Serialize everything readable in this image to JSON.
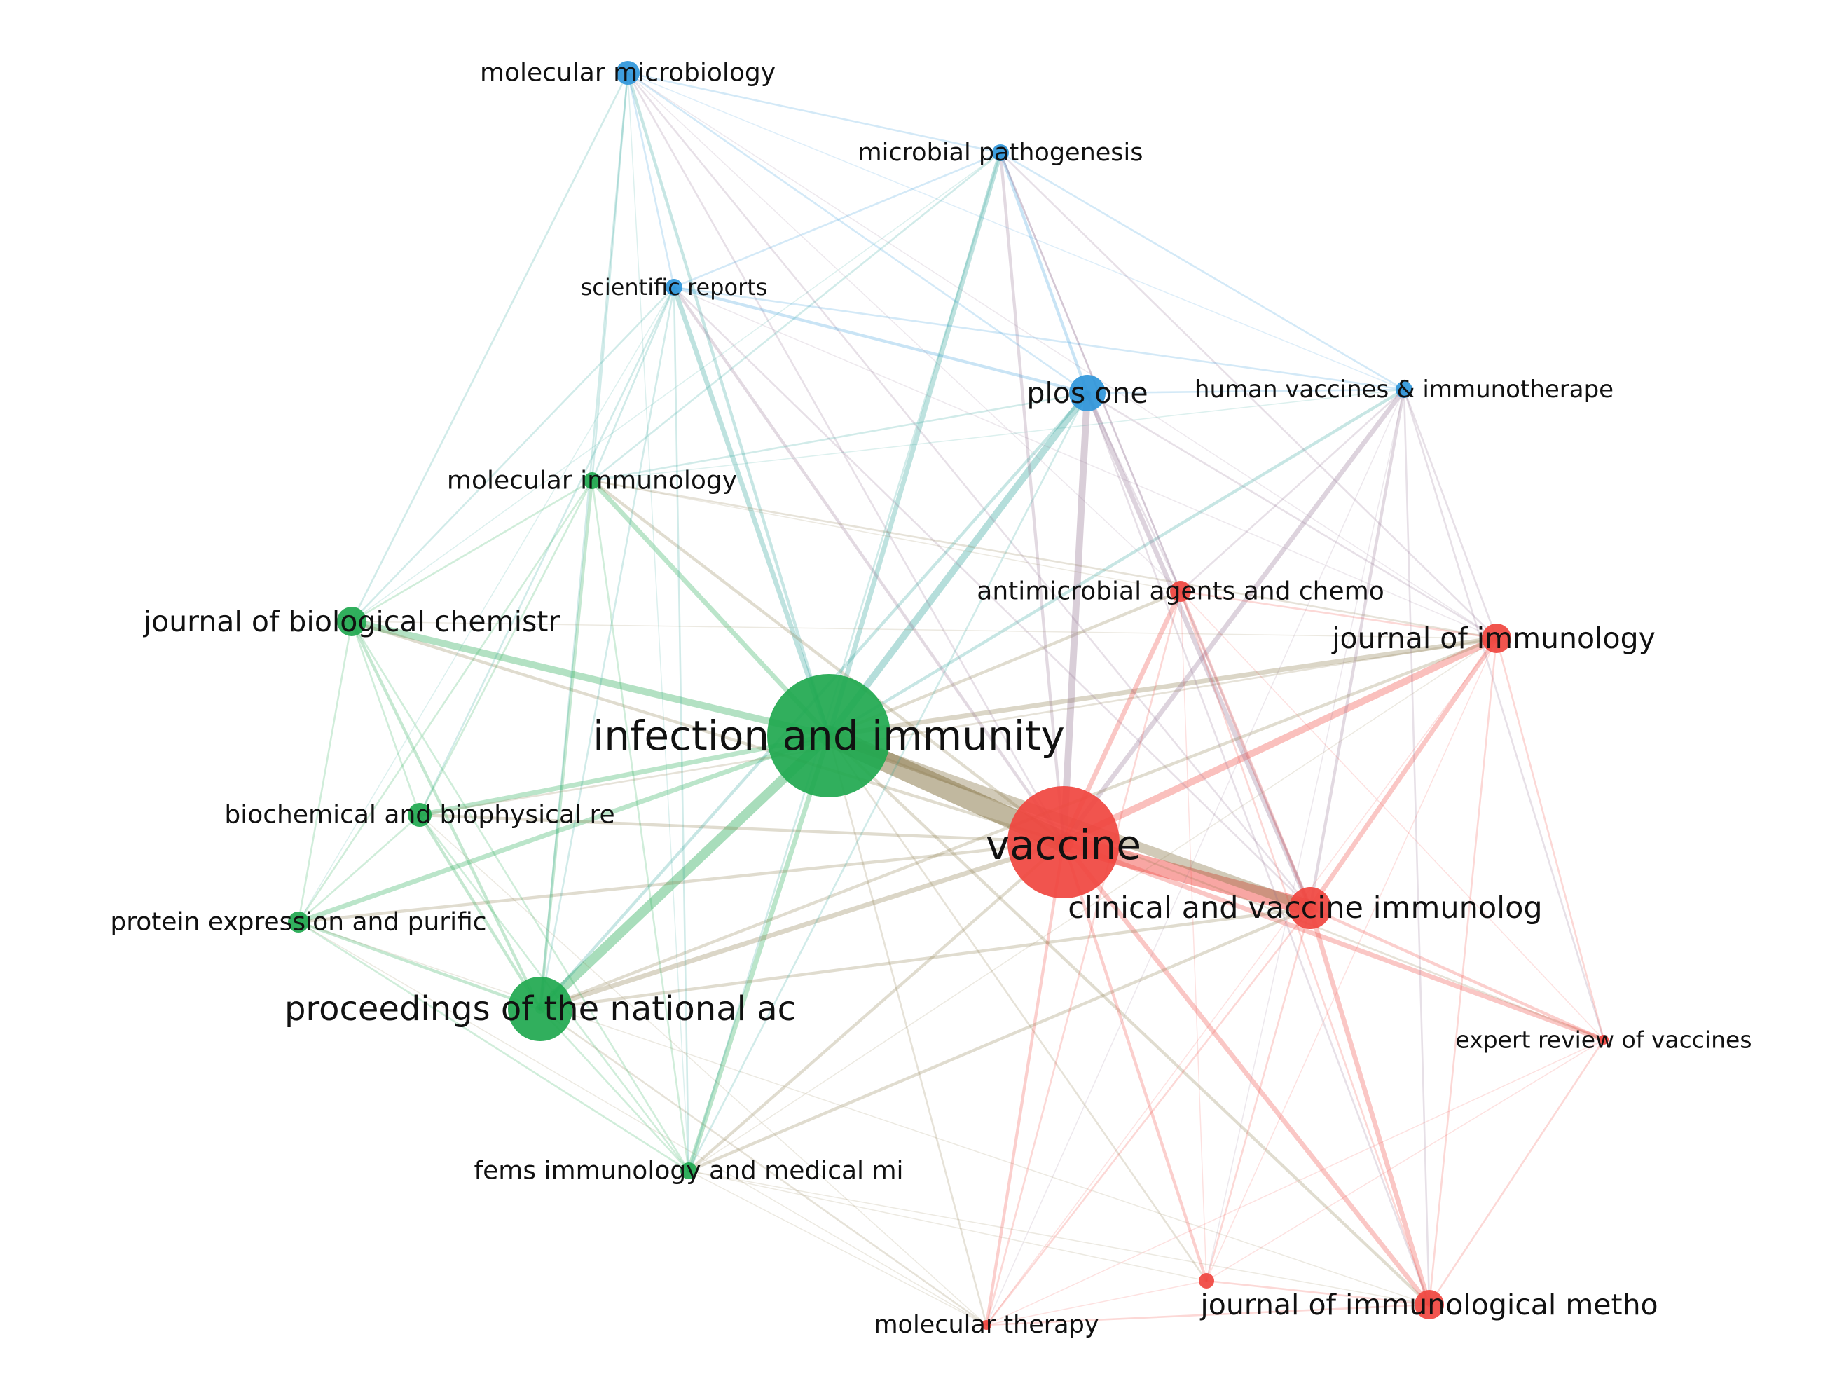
{
  "colors": {
    "green": "#1fa84f",
    "red": "#f0453f",
    "blue": "#2f96da",
    "background": "#ffffff",
    "label": "#111111"
  },
  "nodes": [
    {
      "id": "infection-and-immunity",
      "label": "infection and immunity",
      "cluster": "green",
      "weight": 10
    },
    {
      "id": "vaccine",
      "label": "vaccine",
      "cluster": "red",
      "weight": 10
    },
    {
      "id": "clinical-and-vaccine-immunolog",
      "label": "clinical and vaccine immunolog",
      "cluster": "red",
      "weight": 5
    },
    {
      "id": "proceedings-of-the-national-ac",
      "label": "proceedings of the national ac",
      "cluster": "green",
      "weight": 6
    },
    {
      "id": "plos-one",
      "label": "plos one",
      "cluster": "blue",
      "weight": 5
    },
    {
      "id": "journal-of-immunology",
      "label": "journal of immunology",
      "cluster": "red",
      "weight": 4
    },
    {
      "id": "journal-of-biological-chemistr",
      "label": "journal of biological chemistr",
      "cluster": "green",
      "weight": 4
    },
    {
      "id": "journal-of-immunological-metho",
      "label": "journal of immunological metho",
      "cluster": "red",
      "weight": 4
    },
    {
      "id": "molecular-microbiology",
      "label": "molecular microbiology",
      "cluster": "blue",
      "weight": 3
    },
    {
      "id": "biochemical-and-biophysical-re",
      "label": "biochemical and biophysical re",
      "cluster": "green",
      "weight": 3
    },
    {
      "id": "protein-expression-and-purific",
      "label": "protein expression and purific",
      "cluster": "green",
      "weight": 3
    },
    {
      "id": "antimicrobial-agents-and-chemo",
      "label": "antimicrobial agents and chemo",
      "cluster": "red",
      "weight": 3
    },
    {
      "id": "microbial-pathogenesis",
      "label": "microbial pathogenesis",
      "cluster": "blue",
      "weight": 2
    },
    {
      "id": "scientific-reports",
      "label": "scientific reports",
      "cluster": "blue",
      "weight": 2
    },
    {
      "id": "human-vaccines-immunotherape",
      "label": "human vaccines & immunotherape",
      "cluster": "blue",
      "weight": 2
    },
    {
      "id": "molecular-immunology",
      "label": "molecular immunology",
      "cluster": "green",
      "weight": 2
    },
    {
      "id": "fems-immunology-and-medical-mi",
      "label": "fems immunology and medical mi",
      "cluster": "green",
      "weight": 2
    },
    {
      "id": "expert-review-of-vaccines",
      "label": "expert review of vaccines",
      "cluster": "red",
      "weight": 1
    },
    {
      "id": "molecular-therapy",
      "label": "molecular therapy",
      "cluster": "red",
      "weight": 1
    },
    {
      "id": "unlabeled-red-node",
      "label": "",
      "cluster": "red",
      "weight": 1
    }
  ],
  "edges": [
    [
      "infection-and-immunity",
      "vaccine",
      9
    ],
    [
      "vaccine",
      "clinical-and-vaccine-immunolog",
      8
    ],
    [
      "infection-and-immunity",
      "clinical-and-vaccine-immunolog",
      6
    ],
    [
      "infection-and-immunity",
      "proceedings-of-the-national-ac",
      6
    ],
    [
      "infection-and-immunity",
      "journal-of-biological-chemistr",
      5
    ],
    [
      "infection-and-immunity",
      "plos-one",
      5
    ],
    [
      "infection-and-immunity",
      "molecular-immunology",
      4
    ],
    [
      "infection-and-immunity",
      "biochemical-and-biophysical-re",
      4
    ],
    [
      "infection-and-immunity",
      "protein-expression-and-purific",
      4
    ],
    [
      "infection-and-immunity",
      "fems-immunology-and-medical-mi",
      4
    ],
    [
      "infection-and-immunity",
      "microbial-pathogenesis",
      4
    ],
    [
      "infection-and-immunity",
      "scientific-reports",
      4
    ],
    [
      "infection-and-immunity",
      "molecular-microbiology",
      3
    ],
    [
      "infection-and-immunity",
      "journal-of-immunology",
      4
    ],
    [
      "infection-and-immunity",
      "antimicrobial-agents-and-chemo",
      3
    ],
    [
      "infection-and-immunity",
      "human-vaccines-immunotherape",
      3
    ],
    [
      "infection-and-immunity",
      "journal-of-immunological-metho",
      3
    ],
    [
      "infection-and-immunity",
      "expert-review-of-vaccines",
      2
    ],
    [
      "infection-and-immunity",
      "molecular-therapy",
      2
    ],
    [
      "infection-and-immunity",
      "unlabeled-red-node",
      2
    ],
    [
      "vaccine",
      "plos-one",
      5
    ],
    [
      "vaccine",
      "journal-of-immunology",
      5
    ],
    [
      "vaccine",
      "antimicrobial-agents-and-chemo",
      4
    ],
    [
      "vaccine",
      "human-vaccines-immunotherape",
      4
    ],
    [
      "vaccine",
      "journal-of-immunological-metho",
      4
    ],
    [
      "vaccine",
      "expert-review-of-vaccines",
      4
    ],
    [
      "vaccine",
      "molecular-therapy",
      3
    ],
    [
      "vaccine",
      "unlabeled-red-node",
      3
    ],
    [
      "vaccine",
      "proceedings-of-the-national-ac",
      4
    ],
    [
      "vaccine",
      "fems-immunology-and-medical-mi",
      3
    ],
    [
      "vaccine",
      "biochemical-and-biophysical-re",
      3
    ],
    [
      "vaccine",
      "protein-expression-and-purific",
      3
    ],
    [
      "vaccine",
      "journal-of-biological-chemistr",
      3
    ],
    [
      "vaccine",
      "molecular-immunology",
      3
    ],
    [
      "vaccine",
      "microbial-pathogenesis",
      3
    ],
    [
      "vaccine",
      "scientific-reports",
      3
    ],
    [
      "vaccine",
      "molecular-microbiology",
      2
    ],
    [
      "clinical-and-vaccine-immunolog",
      "journal-of-immunology",
      4
    ],
    [
      "clinical-and-vaccine-immunolog",
      "plos-one",
      4
    ],
    [
      "clinical-and-vaccine-immunolog",
      "antimicrobial-agents-and-chemo",
      3
    ],
    [
      "clinical-and-vaccine-immunolog",
      "journal-of-immunological-metho",
      4
    ],
    [
      "clinical-and-vaccine-immunolog",
      "expert-review-of-vaccines",
      3
    ],
    [
      "clinical-and-vaccine-immunolog",
      "human-vaccines-immunotherape",
      3
    ],
    [
      "clinical-and-vaccine-immunolog",
      "molecular-therapy",
      2
    ],
    [
      "clinical-and-vaccine-immunolog",
      "unlabeled-red-node",
      2
    ],
    [
      "clinical-and-vaccine-immunolog",
      "proceedings-of-the-national-ac",
      3
    ],
    [
      "clinical-and-vaccine-immunolog",
      "fems-immunology-and-medical-mi",
      3
    ],
    [
      "clinical-and-vaccine-immunolog",
      "microbial-pathogenesis",
      2
    ],
    [
      "clinical-and-vaccine-immunolog",
      "scientific-reports",
      2
    ],
    [
      "clinical-and-vaccine-immunolog",
      "molecular-microbiology",
      2
    ],
    [
      "proceedings-of-the-national-ac",
      "journal-of-biological-chemistr",
      3
    ],
    [
      "proceedings-of-the-national-ac",
      "biochemical-and-biophysical-re",
      3
    ],
    [
      "proceedings-of-the-national-ac",
      "protein-expression-and-purific",
      3
    ],
    [
      "proceedings-of-the-national-ac",
      "molecular-immunology",
      3
    ],
    [
      "proceedings-of-the-national-ac",
      "fems-immunology-and-medical-mi",
      2
    ],
    [
      "proceedings-of-the-national-ac",
      "plos-one",
      3
    ],
    [
      "proceedings-of-the-national-ac",
      "journal-of-immunology",
      3
    ],
    [
      "proceedings-of-the-national-ac",
      "molecular-therapy",
      2
    ],
    [
      "proceedings-of-the-national-ac",
      "scientific-reports",
      2
    ],
    [
      "proceedings-of-the-national-ac",
      "molecular-microbiology",
      2
    ],
    [
      "plos-one",
      "microbial-pathogenesis",
      3
    ],
    [
      "plos-one",
      "scientific-reports",
      3
    ],
    [
      "plos-one",
      "molecular-microbiology",
      2
    ],
    [
      "plos-one",
      "human-vaccines-immunotherape",
      2
    ],
    [
      "plos-one",
      "journal-of-immunology",
      2
    ],
    [
      "plos-one",
      "antimicrobial-agents-and-chemo",
      2
    ],
    [
      "plos-one",
      "journal-of-immunological-metho",
      2
    ],
    [
      "plos-one",
      "molecular-immunology",
      2
    ],
    [
      "plos-one",
      "fems-immunology-and-medical-mi",
      2
    ],
    [
      "molecular-microbiology",
      "microbial-pathogenesis",
      2
    ],
    [
      "molecular-microbiology",
      "scientific-reports",
      2
    ],
    [
      "molecular-microbiology",
      "journal-of-biological-chemistr",
      2
    ],
    [
      "molecular-microbiology",
      "molecular-immunology",
      2
    ],
    [
      "molecular-microbiology",
      "human-vaccines-immunotherape",
      1
    ],
    [
      "molecular-microbiology",
      "fems-immunology-and-medical-mi",
      1
    ],
    [
      "molecular-microbiology",
      "antimicrobial-agents-and-chemo",
      1
    ],
    [
      "molecular-microbiology",
      "journal-of-immunology",
      1
    ],
    [
      "microbial-pathogenesis",
      "scientific-reports",
      2
    ],
    [
      "microbial-pathogenesis",
      "human-vaccines-immunotherape",
      2
    ],
    [
      "microbial-pathogenesis",
      "molecular-immunology",
      2
    ],
    [
      "microbial-pathogenesis",
      "journal-of-biological-chemistr",
      1
    ],
    [
      "microbial-pathogenesis",
      "journal-of-immunology",
      2
    ],
    [
      "microbial-pathogenesis",
      "antimicrobial-agents-and-chemo",
      2
    ],
    [
      "microbial-pathogenesis",
      "fems-immunology-and-medical-mi",
      2
    ],
    [
      "scientific-reports",
      "molecular-immunology",
      2
    ],
    [
      "scientific-reports",
      "human-vaccines-immunotherape",
      2
    ],
    [
      "scientific-reports",
      "journal-of-biological-chemistr",
      2
    ],
    [
      "scientific-reports",
      "biochemical-and-biophysical-re",
      2
    ],
    [
      "scientific-reports",
      "protein-expression-and-purific",
      1
    ],
    [
      "scientific-reports",
      "journal-of-immunology",
      1
    ],
    [
      "scientific-reports",
      "fems-immunology-and-medical-mi",
      2
    ],
    [
      "human-vaccines-immunotherape",
      "journal-of-immunology",
      2
    ],
    [
      "human-vaccines-immunotherape",
      "antimicrobial-agents-and-chemo",
      2
    ],
    [
      "human-vaccines-immunotherape",
      "expert-review-of-vaccines",
      2
    ],
    [
      "human-vaccines-immunotherape",
      "journal-of-immunological-metho",
      2
    ],
    [
      "human-vaccines-immunotherape",
      "unlabeled-red-node",
      1
    ],
    [
      "human-vaccines-immunotherape",
      "molecular-therapy",
      1
    ],
    [
      "human-vaccines-immunotherape",
      "molecular-immunology",
      1
    ],
    [
      "molecular-immunology",
      "journal-of-biological-chemistr",
      2
    ],
    [
      "molecular-immunology",
      "biochemical-and-biophysical-re",
      2
    ],
    [
      "molecular-immunology",
      "protein-expression-and-purific",
      2
    ],
    [
      "molecular-immunology",
      "fems-immunology-and-medical-mi",
      2
    ],
    [
      "molecular-immunology",
      "journal-of-immunology",
      2
    ],
    [
      "molecular-immunology",
      "antimicrobial-agents-and-chemo",
      1
    ],
    [
      "journal-of-biological-chemistr",
      "biochemical-and-biophysical-re",
      2
    ],
    [
      "journal-of-biological-chemistr",
      "protein-expression-and-purific",
      2
    ],
    [
      "journal-of-biological-chemistr",
      "fems-immunology-and-medical-mi",
      2
    ],
    [
      "journal-of-biological-chemistr",
      "journal-of-immunology",
      1
    ],
    [
      "biochemical-and-biophysical-re",
      "protein-expression-and-purific",
      2
    ],
    [
      "biochemical-and-biophysical-re",
      "fems-immunology-and-medical-mi",
      2
    ],
    [
      "biochemical-and-biophysical-re",
      "journal-of-immunology",
      2
    ],
    [
      "biochemical-and-biophysical-re",
      "molecular-therapy",
      1
    ],
    [
      "protein-expression-and-purific",
      "fems-immunology-and-medical-mi",
      2
    ],
    [
      "protein-expression-and-purific",
      "molecular-therapy",
      1
    ],
    [
      "protein-expression-and-purific",
      "journal-of-immunological-metho",
      1
    ],
    [
      "fems-immunology-and-medical-mi",
      "molecular-therapy",
      1
    ],
    [
      "fems-immunology-and-medical-mi",
      "journal-of-immunological-metho",
      1
    ],
    [
      "fems-immunology-and-medical-mi",
      "unlabeled-red-node",
      1
    ],
    [
      "fems-immunology-and-medical-mi",
      "journal-of-immunology",
      1
    ],
    [
      "journal-of-immunology",
      "antimicrobial-agents-and-chemo",
      2
    ],
    [
      "journal-of-immunology",
      "expert-review-of-vaccines",
      2
    ],
    [
      "journal-of-immunology",
      "journal-of-immunological-metho",
      2
    ],
    [
      "journal-of-immunology",
      "unlabeled-red-node",
      1
    ],
    [
      "journal-of-immunology",
      "molecular-therapy",
      1
    ],
    [
      "antimicrobial-agents-and-chemo",
      "journal-of-immunological-metho",
      2
    ],
    [
      "antimicrobial-agents-and-chemo",
      "molecular-therapy",
      2
    ],
    [
      "antimicrobial-agents-and-chemo",
      "unlabeled-red-node",
      1
    ],
    [
      "antimicrobial-agents-and-chemo",
      "expert-review-of-vaccines",
      1
    ],
    [
      "journal-of-immunological-metho",
      "expert-review-of-vaccines",
      2
    ],
    [
      "journal-of-immunological-metho",
      "molecular-therapy",
      2
    ],
    [
      "journal-of-immunological-metho",
      "unlabeled-red-node",
      2
    ],
    [
      "expert-review-of-vaccines",
      "unlabeled-red-node",
      1
    ],
    [
      "expert-review-of-vaccines",
      "molecular-therapy",
      1
    ],
    [
      "molecular-therapy",
      "unlabeled-red-node",
      1
    ]
  ]
}
